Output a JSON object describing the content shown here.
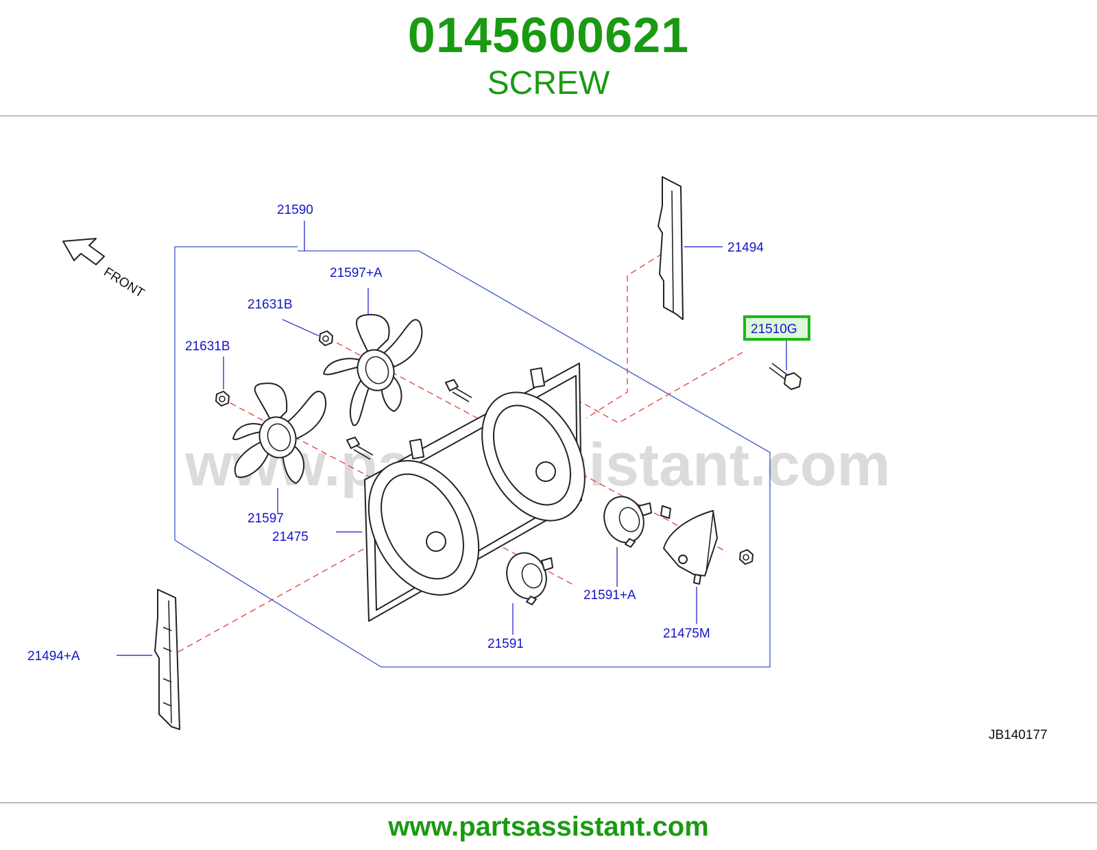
{
  "header": {
    "part_number": "0145600621",
    "part_name": "SCREW"
  },
  "diagram": {
    "front_label": "FRONT",
    "callouts": {
      "c21590": "21590",
      "c21494": "21494",
      "c21597a": "21597+A",
      "c21631b_top": "21631B",
      "c21631b_left": "21631B",
      "c21510g": "21510G",
      "c21597": "21597",
      "c21475": "21475",
      "c21591a": "21591+A",
      "c21475m": "21475M",
      "c21591": "21591",
      "c21494a": "21494+A"
    },
    "highlighted_callout": "21510G",
    "highlight_color": "#19b814",
    "drawing_code": "JB140177",
    "watermark": "www.partsassistant.com"
  },
  "footer": {
    "url": "www.partsassistant.com"
  },
  "colors": {
    "brand_green": "#1a9a12",
    "callout_blue": "#1414c8",
    "leader_red": "#e23a3a"
  }
}
